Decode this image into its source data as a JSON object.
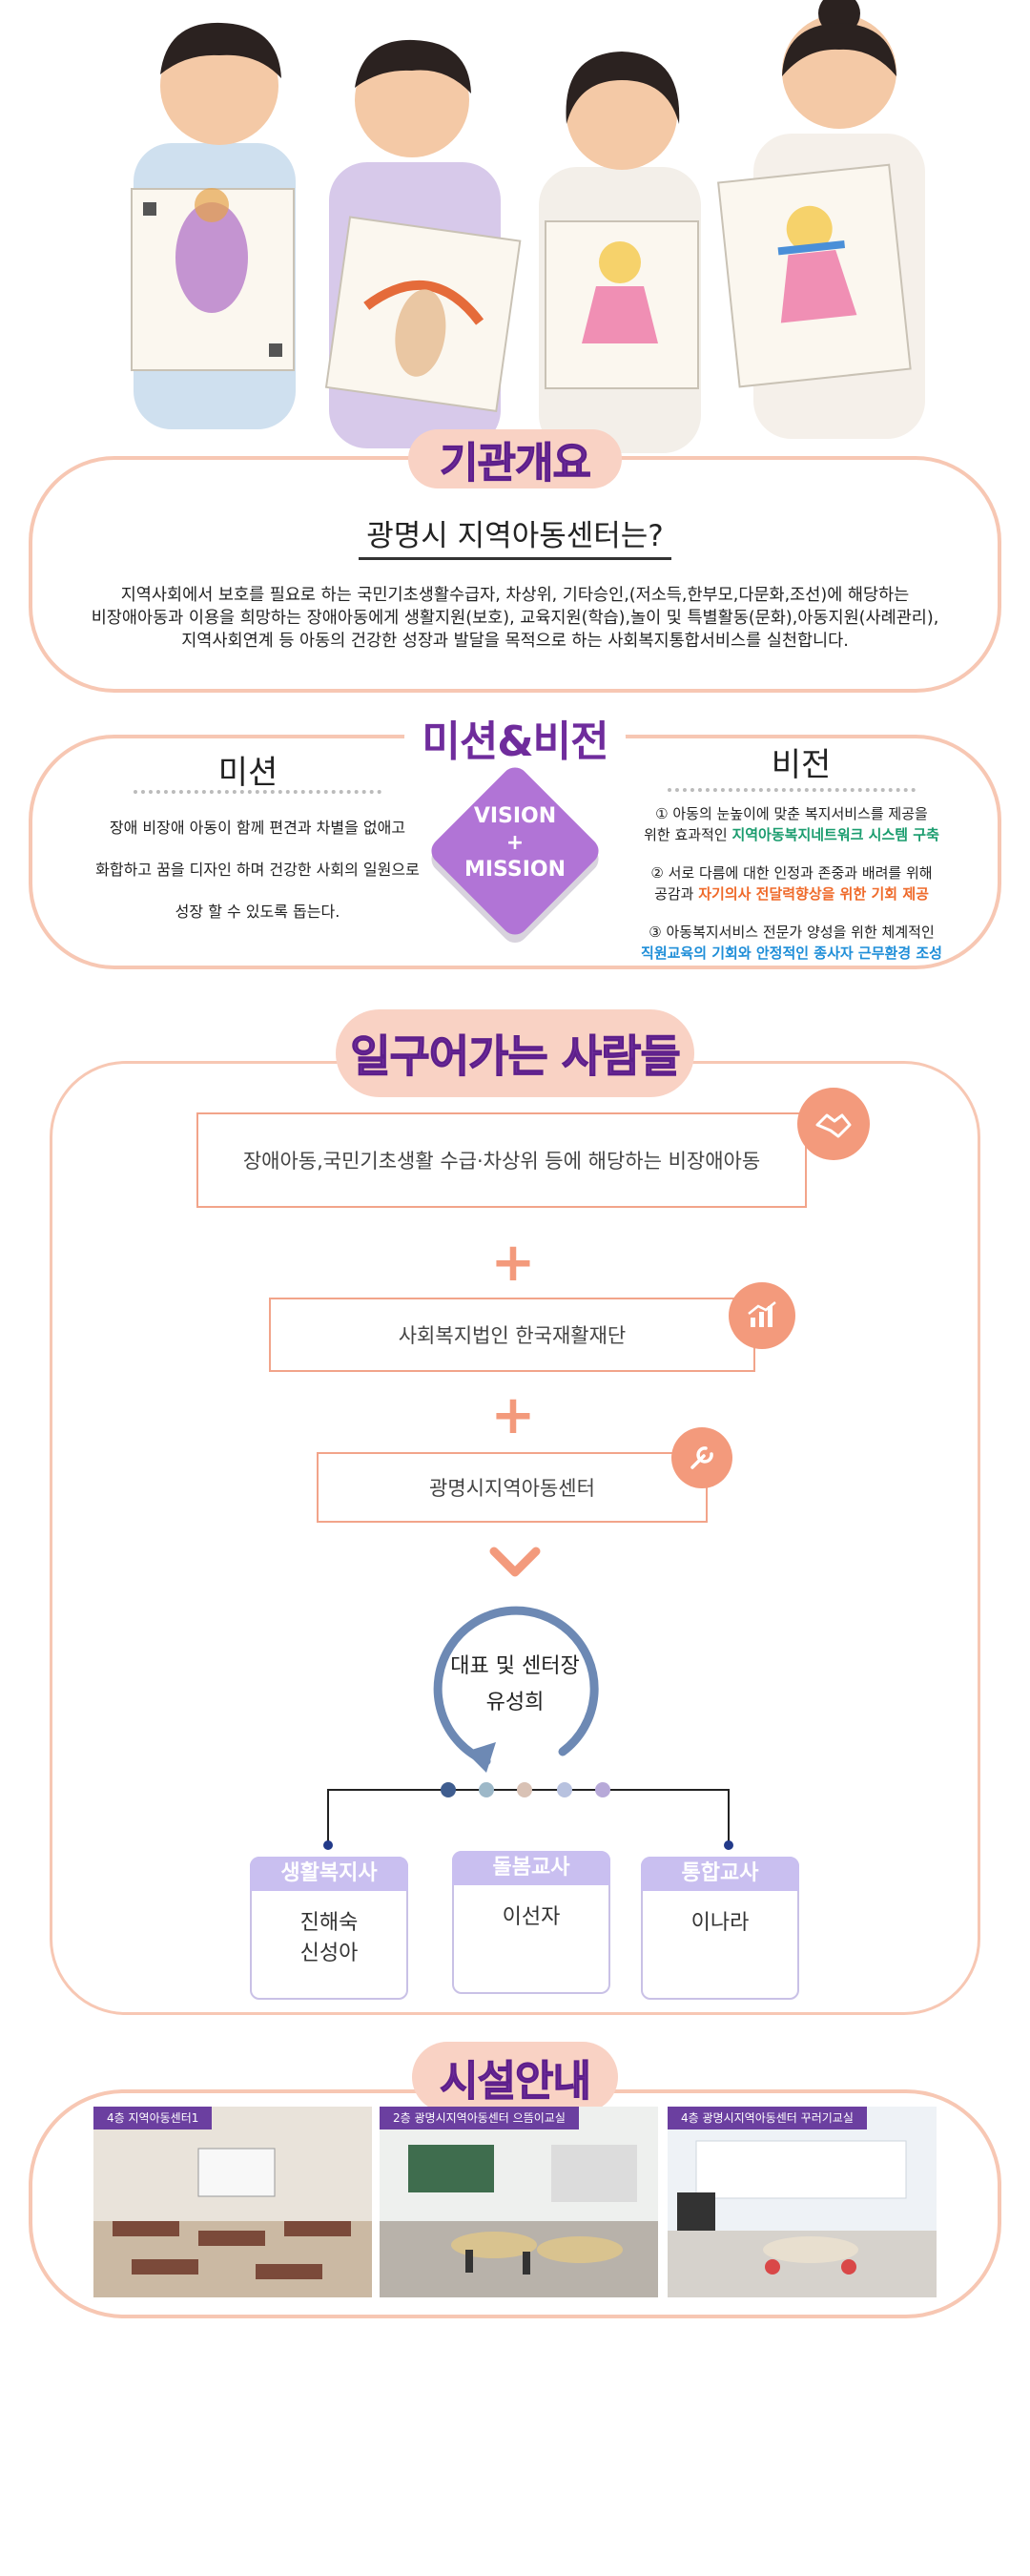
{
  "overview": {
    "title": "기관개요",
    "heading": "광명시 지역아동센터는?",
    "description_line1": "지역사회에서 보호를 필요로 하는 국민기초생활수급자, 차상위, 기타승인,(저소득,한부모,다문화,조선)에 해당하는",
    "description_line2": "비장애아동과 이용을 희망하는 장애아동에게 생활지원(보호), 교육지원(학습),놀이 및 특별활동(문화),아동지원(사례관리),",
    "description_line3": "지역사회연계 등 아동의 건강한 성장과 발달을 목적으로 하는 사회복지통합서비스를 실천합니다."
  },
  "mission_vision": {
    "title": "미션&비전",
    "mission_label": "미션",
    "vision_label": "비전",
    "mission_line1": "장애 비장애 아동이 함께 편견과 차별을 없애고",
    "mission_line2": "화합하고 꿈을 디자인 하며 건강한 사회의 일원으로",
    "mission_line3": "성장 할 수 있도록 돕는다.",
    "diamond_line1": "VISION",
    "diamond_line2": "+",
    "diamond_line3": "MISSION",
    "vision_items": [
      {
        "line1": "① 아동의 눈높이에 맞춘 복지서비스를 제공을",
        "line2_plain": "위한 효과적인 ",
        "line2_highlight": "지역아동복지네트워크 시스템 구축"
      },
      {
        "line1": "② 서로 다름에 대한 인정과 존중과 배려를 위해",
        "line2_plain": "공감과 ",
        "line2_highlight": "자기의사 전달력향상을 위한 기회 제공"
      },
      {
        "line1": "③ 아동복지서비스 전문가 양성을 위한 체계적인",
        "line2_plain": "",
        "line2_highlight": "직원교육의 기회와 안정적인 종사자 근무환경 조성"
      }
    ]
  },
  "people": {
    "title": "일구어가는 사람들",
    "box1": "장애아동,국민기초생활 수급·차상위 등에 해당하는 비장애아동",
    "box2": "사회복지법인 한국재활재단",
    "box3": "광명시지역아동센터",
    "plus_symbol": "+",
    "leader_title": "대표 및 센터장",
    "leader_name": "유성희",
    "staff": [
      {
        "role": "생활복지사",
        "names": [
          "진해숙",
          "신성아"
        ]
      },
      {
        "role": "돌봄교사",
        "names": [
          "이선자"
        ]
      },
      {
        "role": "통합교사",
        "names": [
          "이나라"
        ]
      }
    ]
  },
  "facility": {
    "title": "시설안내",
    "photos": [
      {
        "label": "4층 지역아동센터1"
      },
      {
        "label": "2층 광명시지역아동센터 으뜸이교실"
      },
      {
        "label": "4층 광명시지역아동센터 꾸러기교실"
      }
    ]
  },
  "colors": {
    "accent_purple": "#6f2c9c",
    "accent_peach": "#f9d2c4",
    "accent_orange": "#f39a7c",
    "border_peach": "#f7c7b3"
  }
}
